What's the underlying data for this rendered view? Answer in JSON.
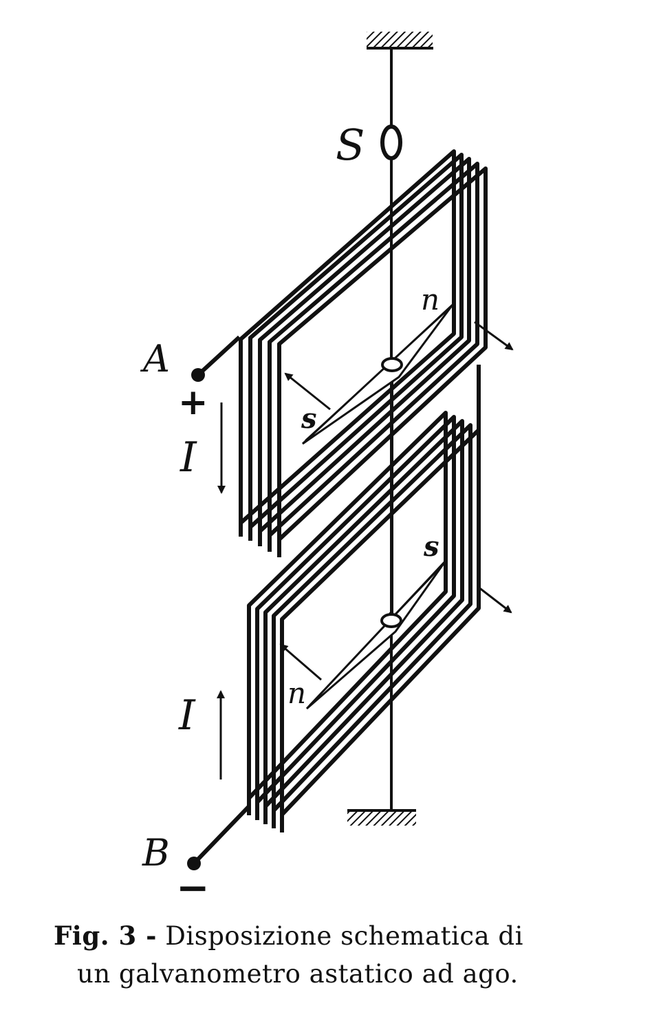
{
  "labels": {
    "suspension": "S",
    "terminal_a": "A",
    "terminal_b": "B",
    "plus": "+",
    "minus": "−",
    "current_top": "I",
    "current_bottom": "I",
    "upper_needle_north": "n",
    "upper_needle_south": "s",
    "lower_needle_south": "s",
    "lower_needle_north": "n"
  },
  "caption": {
    "figure_number": "Fig. 3 -",
    "line1_rest": "Disposizione  schematica  di",
    "line2": "un  galvanometro  astatico  ad  ago."
  },
  "colors": {
    "ink": "#111111",
    "paper": "#ffffff"
  }
}
